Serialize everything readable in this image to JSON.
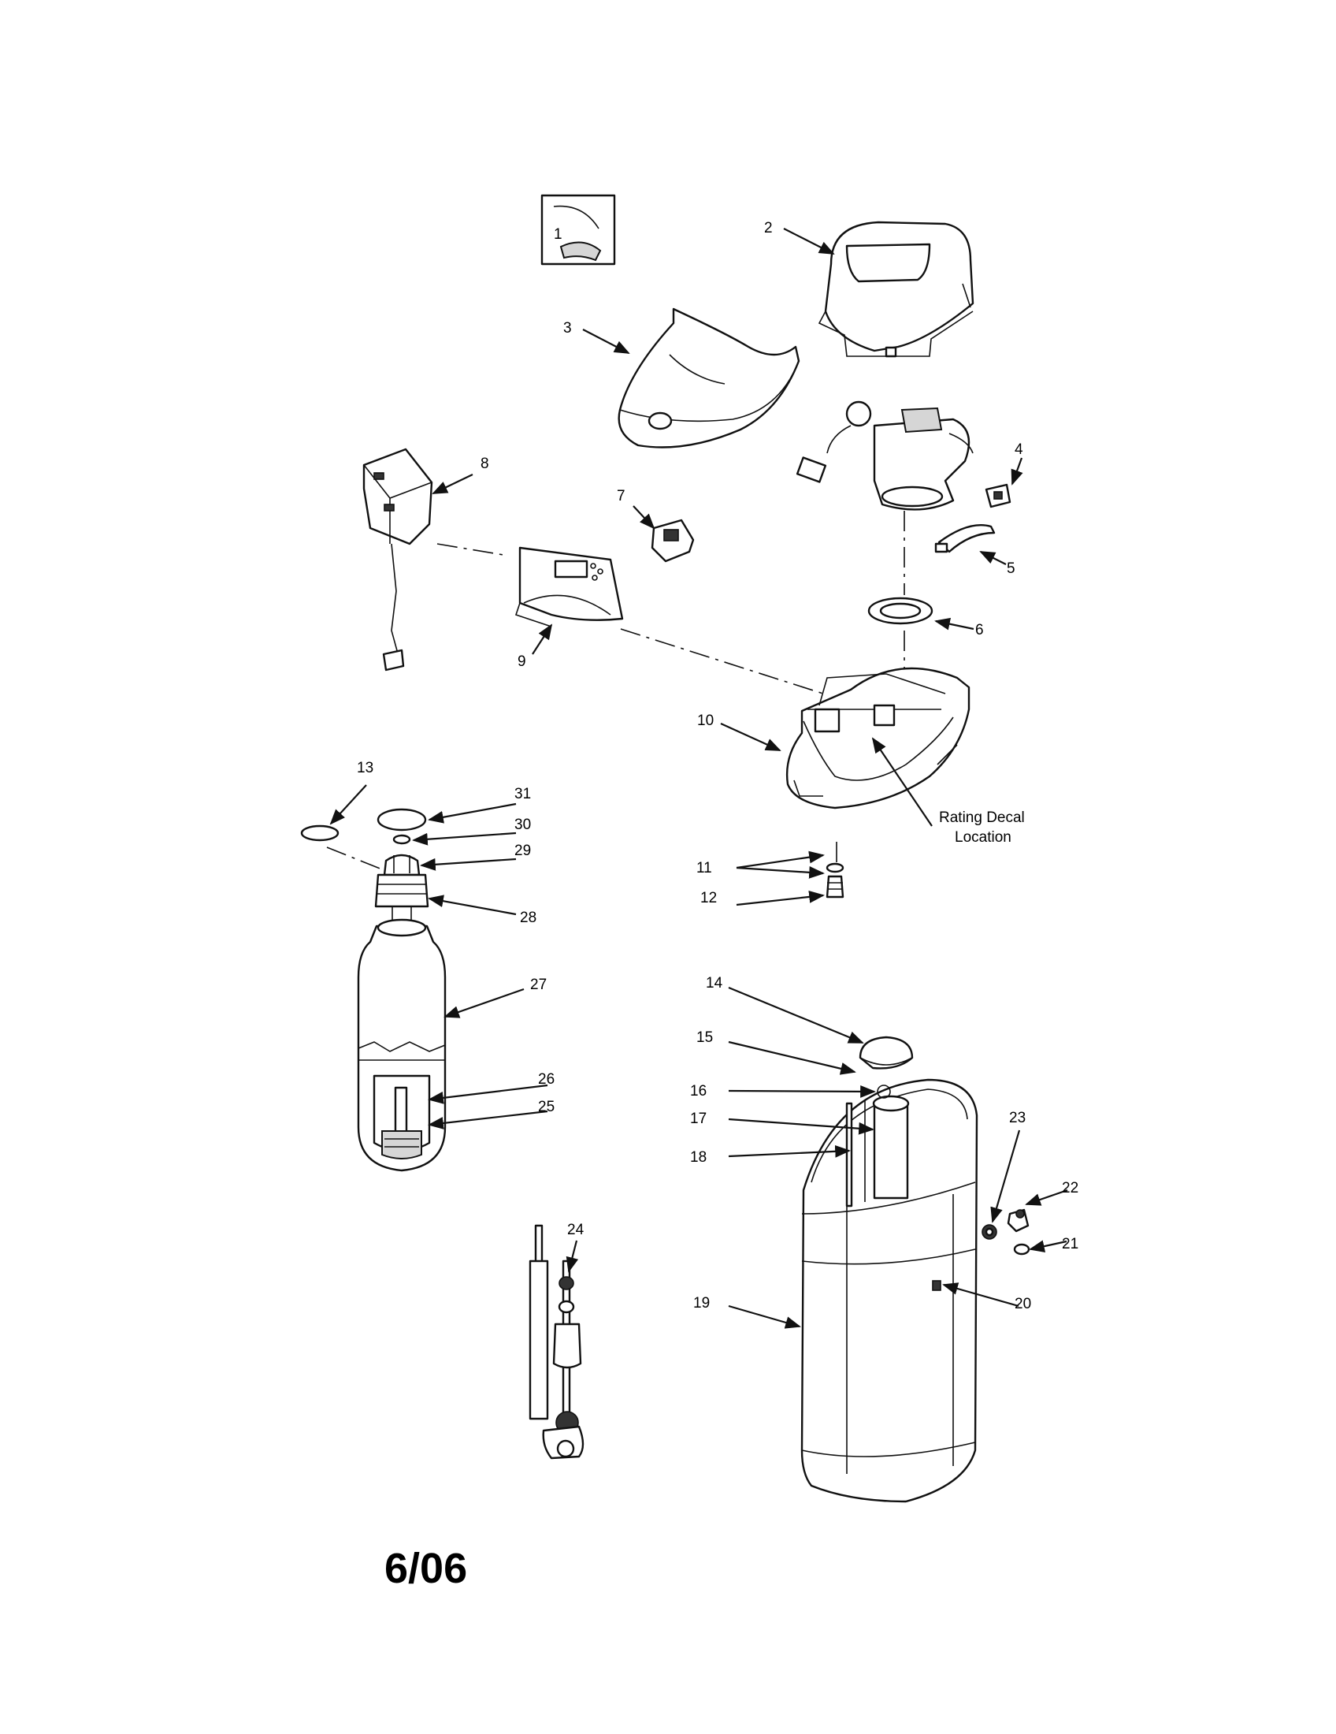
{
  "callouts": {
    "c1": "1",
    "c2": "2",
    "c3": "3",
    "c4": "4",
    "c5": "5",
    "c6": "6",
    "c7": "7",
    "c8": "8",
    "c9": "9",
    "c10": "10",
    "c11": "11",
    "c12": "12",
    "c13": "13",
    "c14": "14",
    "c15": "15",
    "c16": "16",
    "c17": "17",
    "c18": "18",
    "c19": "19",
    "c20": "20",
    "c21": "21",
    "c22": "22",
    "c23": "23",
    "c24": "24",
    "c25": "25",
    "c26": "26",
    "c27": "27",
    "c28": "28",
    "c29": "29",
    "c30": "30",
    "c31": "31"
  },
  "annotation": {
    "line1": "Rating Decal",
    "line2": "Location"
  },
  "date_code": "6/06"
}
